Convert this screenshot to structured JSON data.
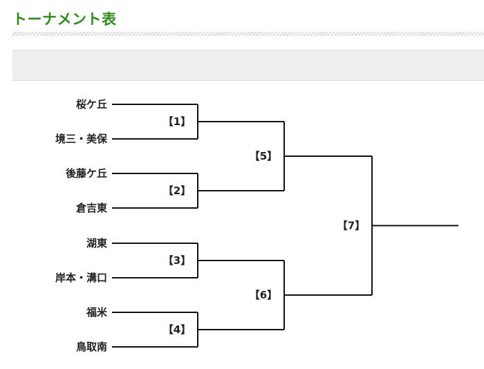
{
  "title": "トーナメント表",
  "teams": [
    "桜ケ丘",
    "境三・美保",
    "後藤ケ丘",
    "倉吉東",
    "湖東",
    "岸本・溝口",
    "福米",
    "鳥取南"
  ],
  "matches": [
    "【1】",
    "【2】",
    "【3】",
    "【4】",
    "【5】",
    "【6】",
    "【7】"
  ]
}
